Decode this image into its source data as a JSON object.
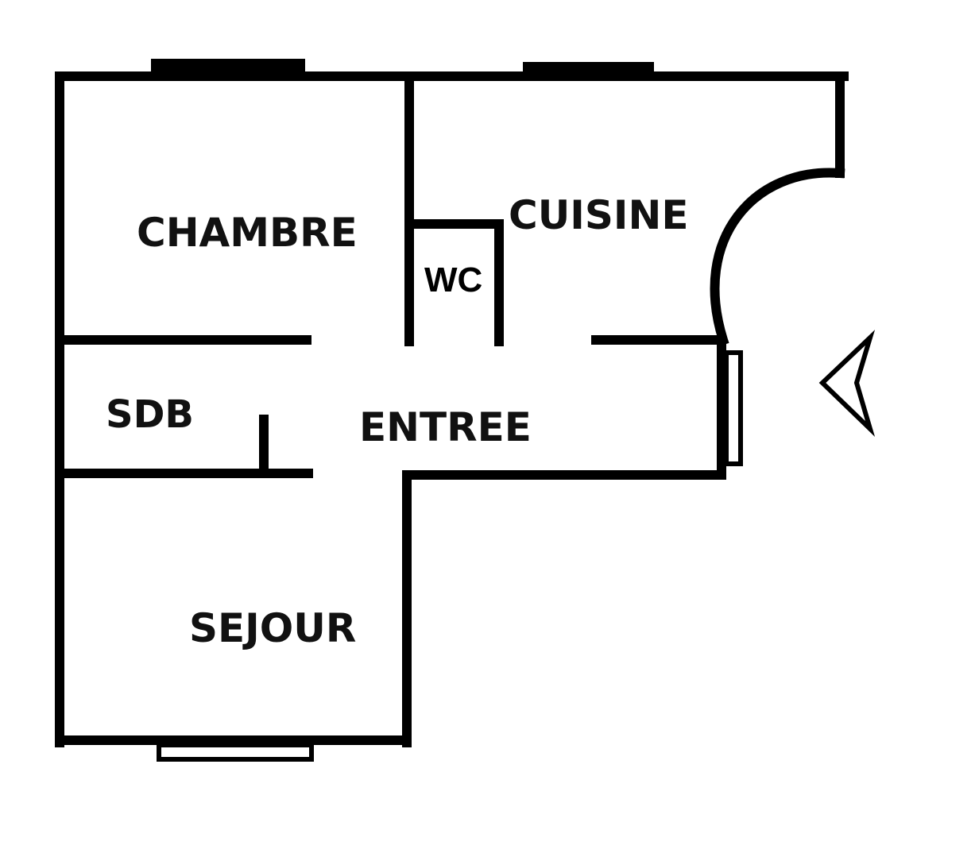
{
  "colors": {
    "wall": "#000000",
    "background": "#ffffff",
    "text": "#111111"
  },
  "rooms": {
    "chambre": "CHAMBRE",
    "cuisine": "CUISINE",
    "wc": "WC",
    "sdb": "SDB",
    "entree": "ENTREE",
    "sejour": "SEJOUR"
  },
  "icons": {
    "entrance": "entrance-arrow-icon"
  }
}
